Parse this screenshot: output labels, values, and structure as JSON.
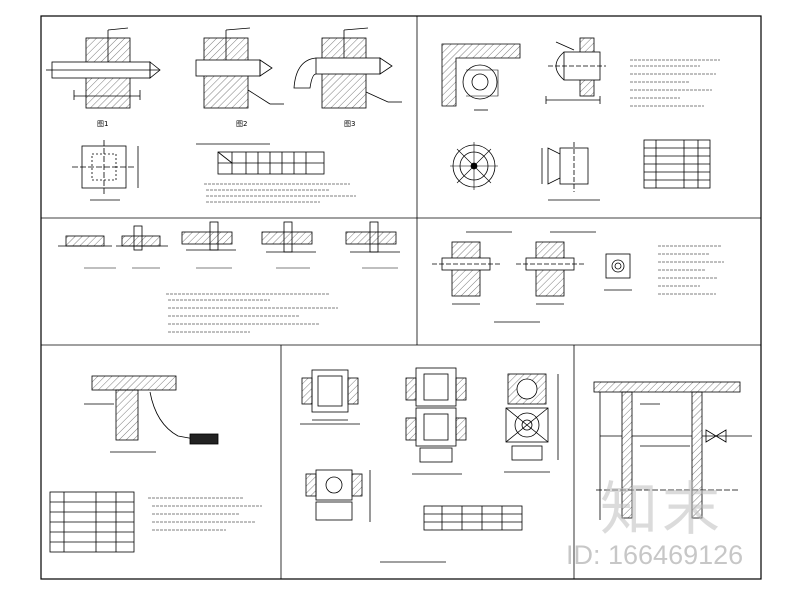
{
  "watermark": {
    "brand": "知末",
    "id_text": "ID: 166469126"
  },
  "panels": [
    {
      "name": "pipe-penetration-panel",
      "captions": [
        "图1",
        "图2",
        "图3"
      ]
    },
    {
      "name": "fan-detail-panel",
      "captions": []
    },
    {
      "name": "pipe-support-panel",
      "captions": []
    },
    {
      "name": "sleeve-detail-panel",
      "captions": []
    },
    {
      "name": "drain-detail-panel",
      "captions": []
    },
    {
      "name": "fan-coil-panel",
      "captions": []
    },
    {
      "name": "wall-section-panel",
      "captions": []
    }
  ],
  "colors": {
    "line": "#000000",
    "hatch": "#444444",
    "paper": "#ffffff",
    "watermark": "#bdbdbd"
  }
}
